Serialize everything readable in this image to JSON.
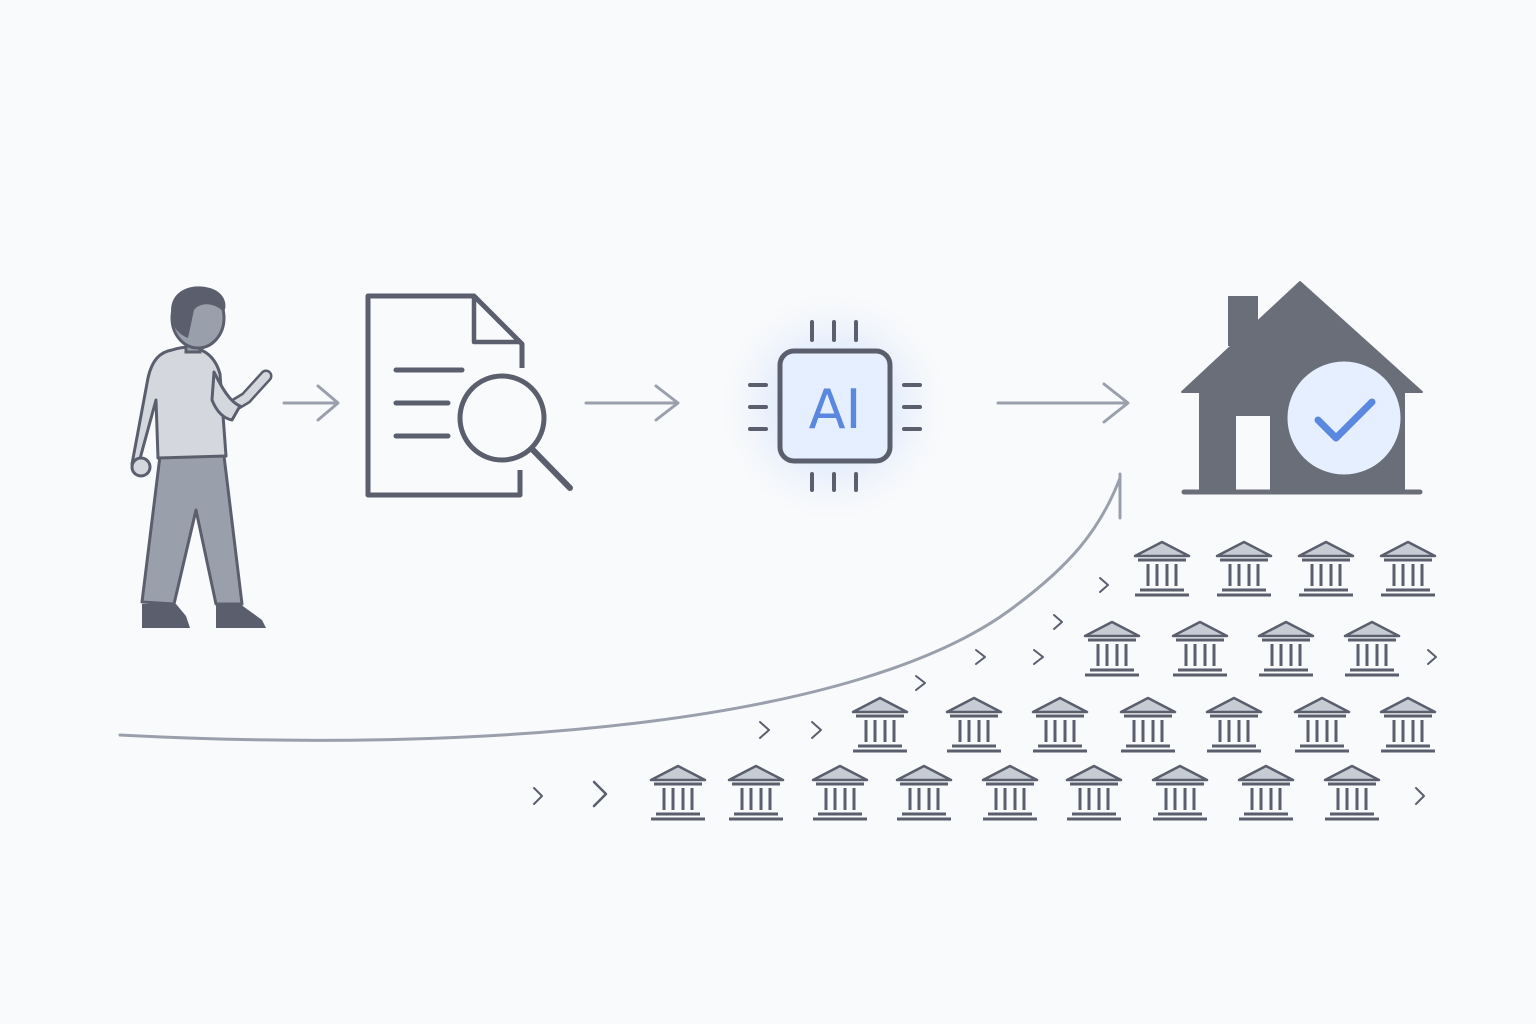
{
  "colors": {
    "background": "#f9fafb",
    "ink": "#5b5f6d",
    "arrow": "#9aa0ab",
    "accent": "#5a87e0",
    "accent_glow": "#cfe0fb",
    "person_shirt": "#d4d7dd",
    "person_pants": "#9aa0ab",
    "bank_roof": "#c6cbd4"
  },
  "flow": {
    "steps": [
      {
        "icon": "person-with-phone-icon"
      },
      {
        "icon": "document-search-icon"
      },
      {
        "icon": "ai-chip-icon",
        "label": "AI"
      },
      {
        "icon": "house-approved-icon"
      }
    ]
  },
  "banks": {
    "icon": "bank-building-icon",
    "rows": [
      4,
      4,
      7,
      9
    ]
  }
}
